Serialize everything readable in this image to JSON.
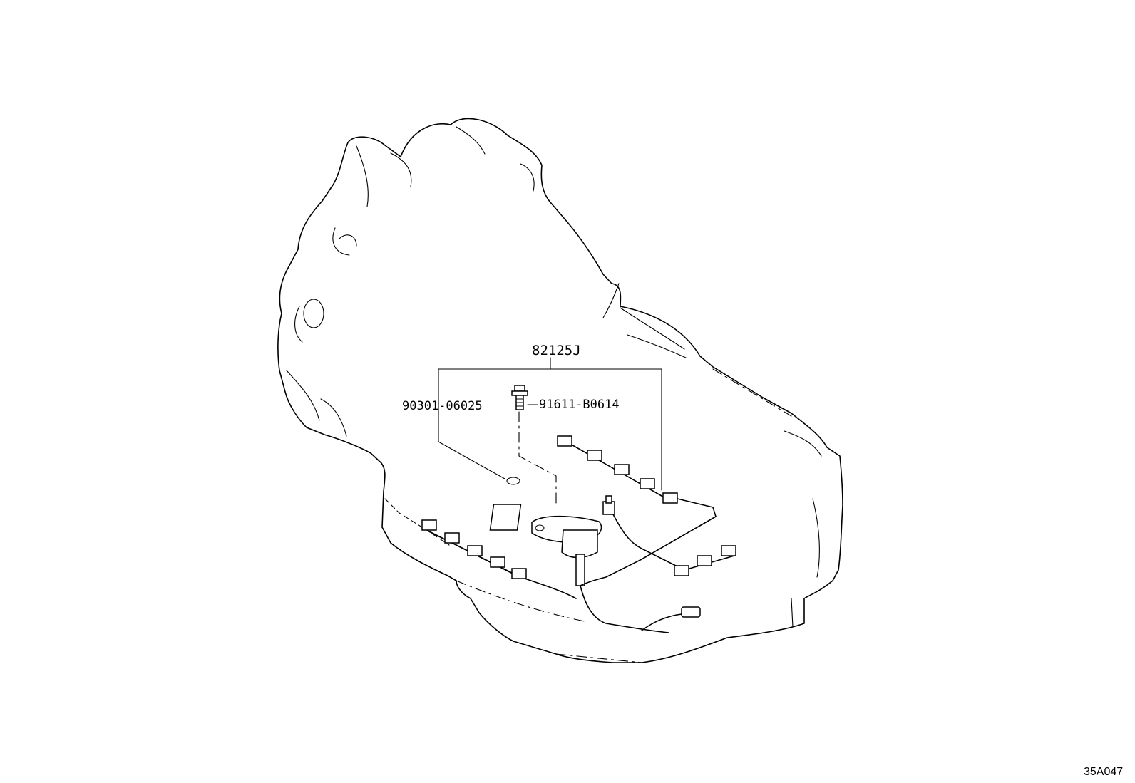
{
  "diagram": {
    "labels": {
      "assembly": "82125J",
      "o_ring": "90301-06025",
      "bolt": "91611-B0614"
    },
    "footer_code": "35A047"
  }
}
